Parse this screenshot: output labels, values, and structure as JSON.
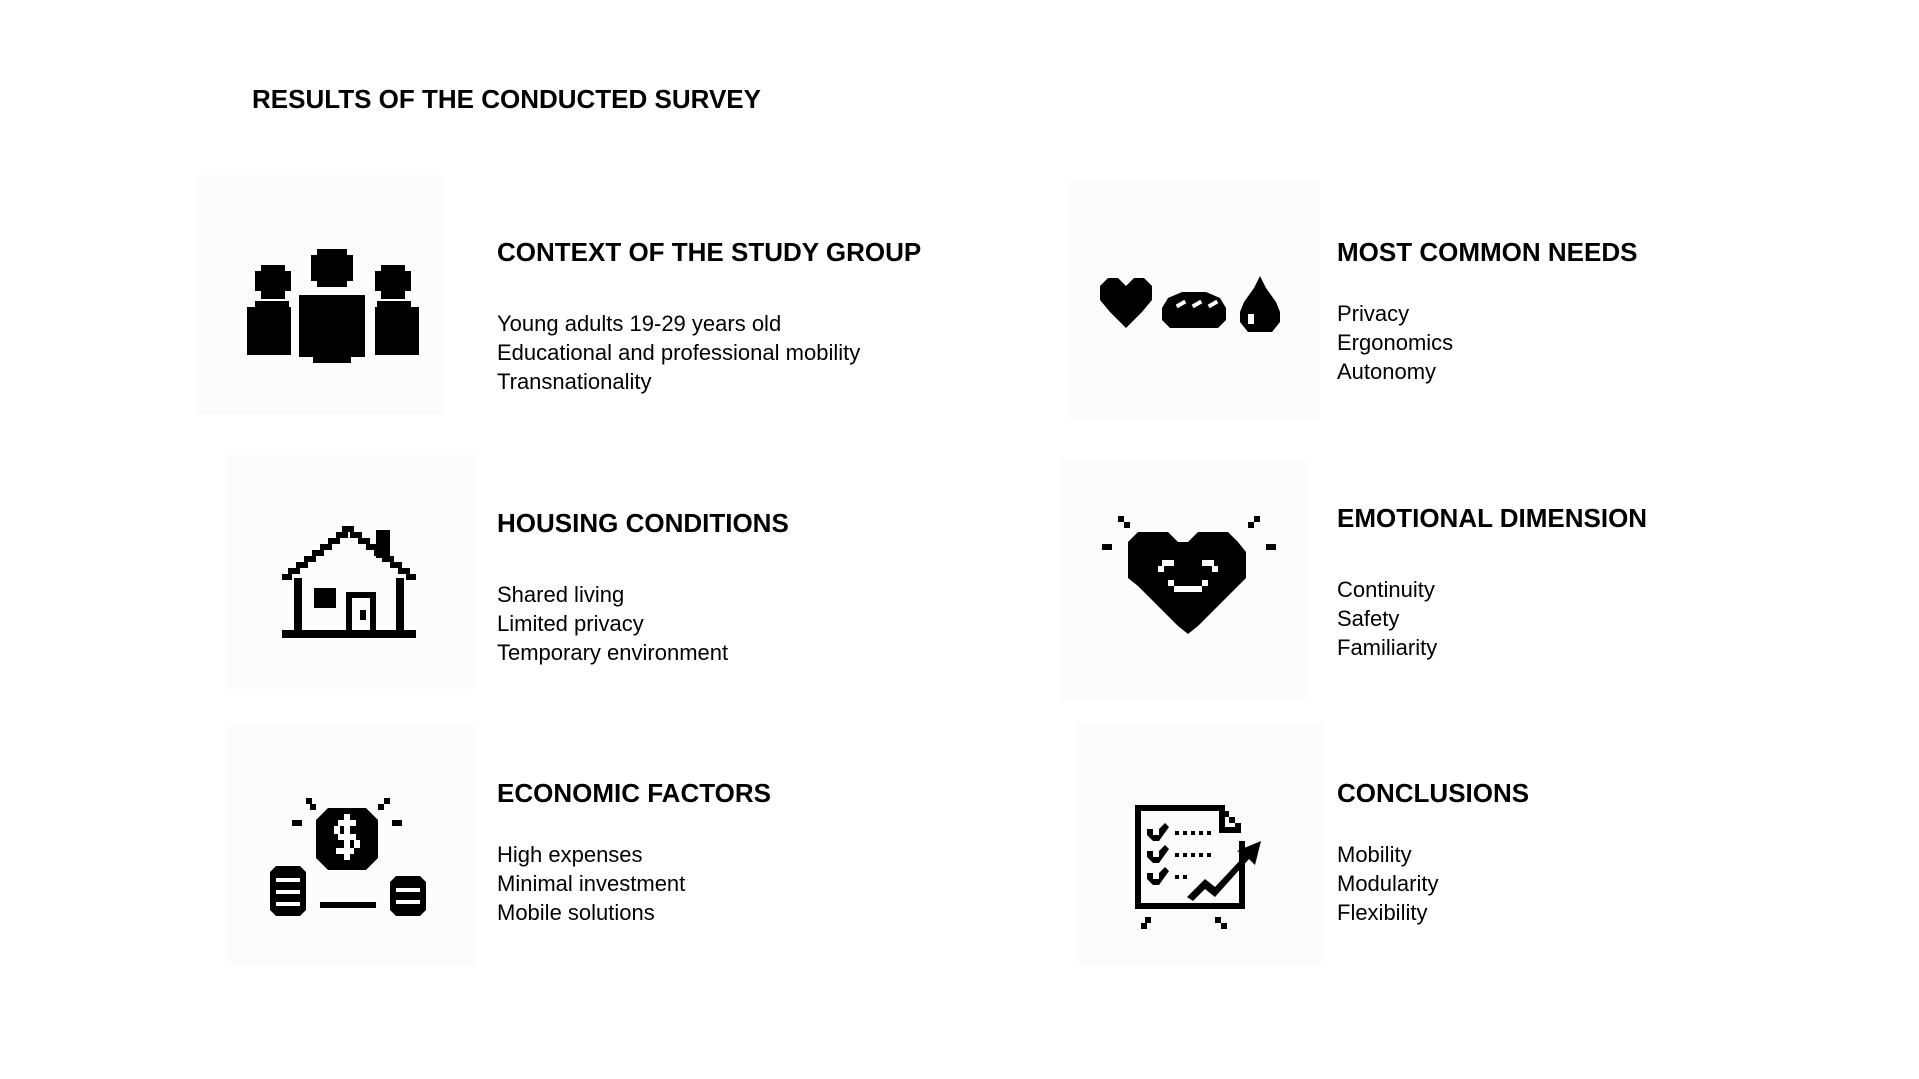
{
  "page": {
    "title": "RESULTS OF THE CONDUCTED SURVEY"
  },
  "sections": [
    {
      "icon": "people-group-icon",
      "heading": "CONTEXT OF THE STUDY GROUP",
      "items": [
        "Young adults 19-29 years old",
        "Educational and professional mobility",
        "Transnationality"
      ]
    },
    {
      "icon": "needs-icon",
      "heading": "MOST COMMON NEEDS",
      "items": [
        "Privacy",
        "Ergonomics",
        "Autonomy"
      ]
    },
    {
      "icon": "house-icon",
      "heading": "HOUSING CONDITIONS",
      "items": [
        "Shared living",
        "Limited privacy",
        "Temporary environment"
      ]
    },
    {
      "icon": "smiling-heart-icon",
      "heading": "EMOTIONAL DIMENSION",
      "items": [
        "Continuity",
        "Safety",
        "Familiarity"
      ]
    },
    {
      "icon": "money-coins-icon",
      "heading": "ECONOMIC FACTORS",
      "items": [
        "High expenses",
        "Minimal investment",
        "Mobile solutions"
      ]
    },
    {
      "icon": "checklist-chart-icon",
      "heading": "CONCLUSIONS",
      "items": [
        "Mobility",
        "Modularity",
        "Flexibility"
      ]
    }
  ]
}
